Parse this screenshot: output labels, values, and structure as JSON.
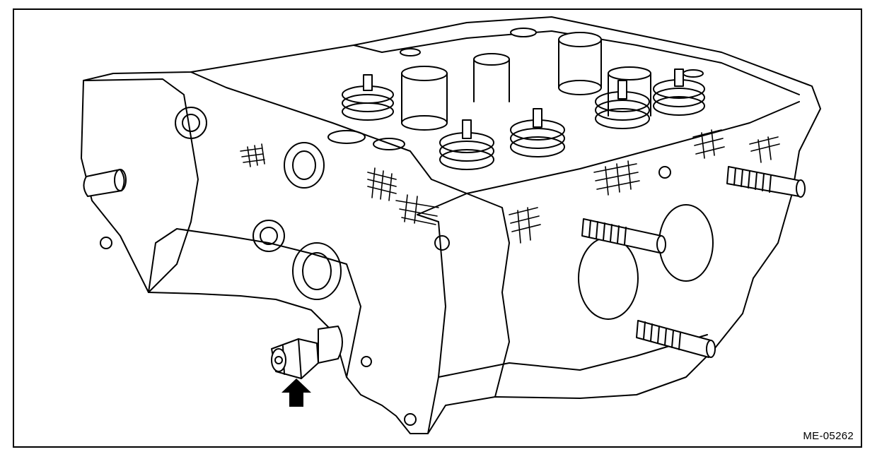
{
  "figure": {
    "code": "ME-05262",
    "subject": "cylinder-head-illustration",
    "callout": "arrow-pointing-at-plug",
    "colors": {
      "line": "#000000",
      "background": "#ffffff",
      "arrow": "#000000"
    }
  }
}
